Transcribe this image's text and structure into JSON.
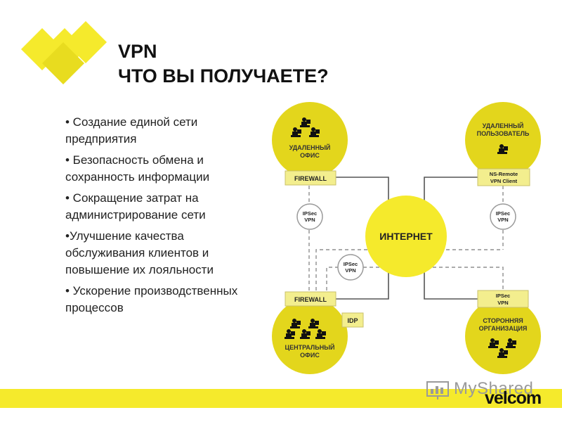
{
  "slide": {
    "title_line1": "VPN",
    "title_line2": "ЧТО ВЫ ПОЛУЧАЕТЕ?",
    "bullets": [
      "• Создание единой сети предприятия",
      "• Безопасность обмена и сохранность информации",
      "• Сокращение  затрат на администрирование сети",
      "•Улучшение качества обслуживания клиентов и повышение их лояльности",
      "• Ускорение производственных процессов"
    ]
  },
  "diagram": {
    "remote_office_l1": "УДАЛЕННЫЙ",
    "remote_office_l2": "ОФИС",
    "remote_user_l1": "УДАЛЕННЫЙ",
    "remote_user_l2": "ПОЛЬЗОВАТЕЛЬ",
    "internet": "ИНТЕРНЕТ",
    "central_office_l1": "ЦЕНТРАЛЬНЫЙ",
    "central_office_l2": "ОФИС",
    "third_party_l1": "СТОРОННЯЯ",
    "third_party_l2": "ОРГАНИЗАЦИЯ",
    "firewall_top": "FIREWALL",
    "firewall_bottom": "FIREWALL",
    "nsremote_l1": "NS-Remote",
    "nsremote_l2": "VPN Client",
    "ipsec_l1": "IPSec",
    "ipsec_l2": "VPN",
    "idp": "IDP"
  },
  "branding": {
    "watermark": "MyShared",
    "company": "velcom"
  },
  "colors": {
    "accent_yellow": "#f5ea2c",
    "circle_yellow": "#e3d61c",
    "box_yellow": "#f3ee8e",
    "line_gray": "#555555"
  }
}
